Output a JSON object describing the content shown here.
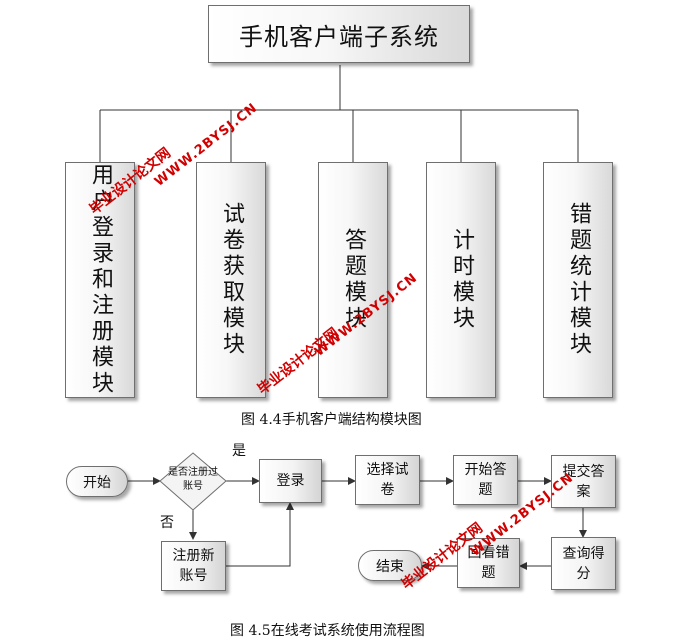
{
  "figure1": {
    "root": "手机客户端子系统",
    "modules": [
      "用户登录和注册模块",
      "试卷获取模块",
      "答题模块",
      "计时模块",
      "错题统计模块"
    ],
    "caption": "图 4.4手机客户端结构模块图"
  },
  "figure2": {
    "start": "开始",
    "decision": "是否注册过账号",
    "yes_label": "是",
    "no_label": "否",
    "register": "注册新账号",
    "login": "登录",
    "select_paper": "选择试卷",
    "start_answer": "开始答题",
    "submit": "提交答案",
    "query_score": "查询得分",
    "review_errors": "回看错题",
    "end": "结束",
    "caption": "图 4.5在线考试系统使用流程图"
  },
  "watermark": {
    "cn": "毕业设计论文网",
    "url": "WWW.2BYSJ.CN"
  }
}
